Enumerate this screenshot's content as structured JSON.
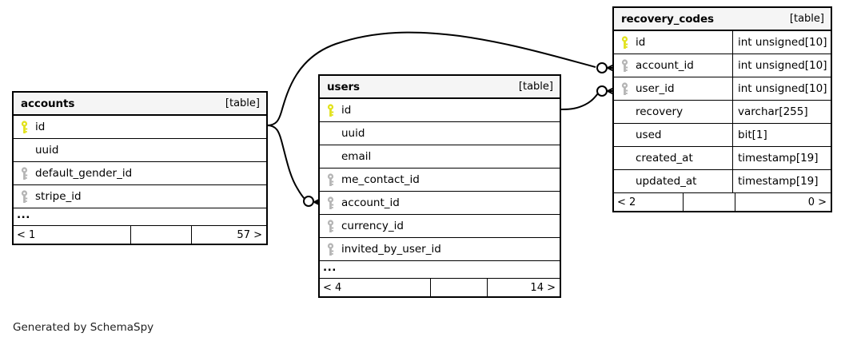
{
  "diagram": {
    "generator_credit": "Generated by SchemaSpy",
    "table_tag": "[table]",
    "ellipsis": "...",
    "colors": {
      "primary_key": "#e2e21c",
      "foreign_key": "#b5b5b5",
      "header_background": "#f5f5f5",
      "border": "#000000",
      "page_background": "#ffffff"
    }
  },
  "tables": [
    {
      "id": "accounts",
      "name": "accounts",
      "tag": "[table]",
      "show_types": false,
      "columns": [
        {
          "name": "id",
          "key": "primary",
          "type": ""
        },
        {
          "name": "uuid",
          "key": "none",
          "type": ""
        },
        {
          "name": "default_gender_id",
          "key": "foreign",
          "type": ""
        },
        {
          "name": "stripe_id",
          "key": "foreign",
          "type": ""
        }
      ],
      "has_more_row": true,
      "footer": {
        "left": "< 1",
        "middle": "",
        "right": "57 >"
      }
    },
    {
      "id": "users",
      "name": "users",
      "tag": "[table]",
      "show_types": false,
      "columns": [
        {
          "name": "id",
          "key": "primary",
          "type": ""
        },
        {
          "name": "uuid",
          "key": "none",
          "type": ""
        },
        {
          "name": "email",
          "key": "none",
          "type": ""
        },
        {
          "name": "me_contact_id",
          "key": "foreign",
          "type": ""
        },
        {
          "name": "account_id",
          "key": "foreign",
          "type": ""
        },
        {
          "name": "currency_id",
          "key": "foreign",
          "type": ""
        },
        {
          "name": "invited_by_user_id",
          "key": "foreign",
          "type": ""
        }
      ],
      "has_more_row": true,
      "footer": {
        "left": "< 4",
        "middle": "",
        "right": "14 >"
      }
    },
    {
      "id": "recovery_codes",
      "name": "recovery_codes",
      "tag": "[table]",
      "show_types": true,
      "columns": [
        {
          "name": "id",
          "key": "primary",
          "type": "int unsigned[10]"
        },
        {
          "name": "account_id",
          "key": "foreign",
          "type": "int unsigned[10]"
        },
        {
          "name": "user_id",
          "key": "foreign",
          "type": "int unsigned[10]"
        },
        {
          "name": "recovery",
          "key": "none",
          "type": "varchar[255]"
        },
        {
          "name": "used",
          "key": "none",
          "type": "bit[1]"
        },
        {
          "name": "created_at",
          "key": "none",
          "type": "timestamp[19]"
        },
        {
          "name": "updated_at",
          "key": "none",
          "type": "timestamp[19]"
        }
      ],
      "has_more_row": false,
      "footer": {
        "left": "< 2",
        "middle": "",
        "right": "0 >"
      }
    }
  ],
  "relationships": [
    {
      "from_table": "accounts",
      "from_column": "id",
      "to_table": "recovery_codes",
      "to_column": "account_id",
      "cardinality": "zero-or-more"
    },
    {
      "from_table": "accounts",
      "from_column": "id",
      "to_table": "users",
      "to_column": "account_id",
      "cardinality": "zero-or-more"
    },
    {
      "from_table": "users",
      "from_column": "id",
      "to_table": "recovery_codes",
      "to_column": "user_id",
      "cardinality": "zero-or-more"
    }
  ]
}
